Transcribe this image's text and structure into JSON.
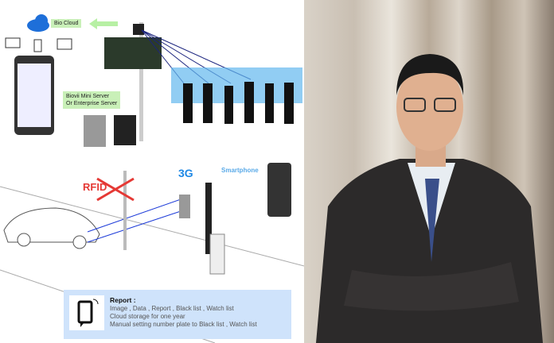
{
  "diagram": {
    "bio_cloud_label": "Bio Cloud",
    "server_label_line1": "Biovii Mini Server",
    "server_label_line2": "Or  Enterprise Server",
    "rfid_label": "RFID",
    "network_label": "3G",
    "smartphone_label": "Smartphone",
    "report": {
      "title": "Report :",
      "lines": [
        "Image , Data , Report , Black list , Watch list",
        "Cloud storage for one year",
        "Manual setting number plate to Black list , Watch list"
      ]
    }
  },
  "colors": {
    "accent_blue": "#1e88e5",
    "label_green": "#c9f0b8",
    "report_bg": "#cfe3fb",
    "rfid_red": "#e53935"
  }
}
